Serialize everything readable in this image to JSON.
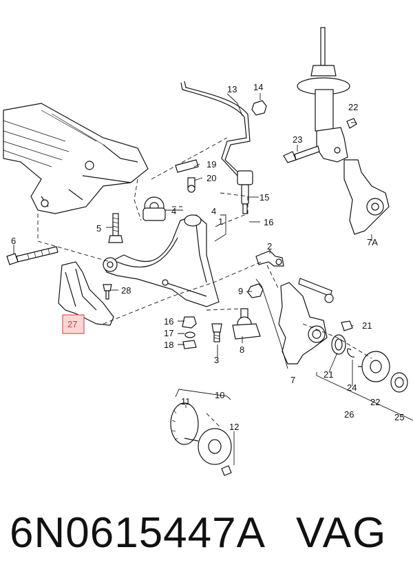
{
  "callouts": {
    "c1": "1",
    "c2": "2",
    "c3": "3",
    "c4a": "4",
    "c4b": "4",
    "c5": "5",
    "c6": "6",
    "c7": "7",
    "c7a": "7A",
    "c8": "8",
    "c9": "9",
    "c10": "10",
    "c11": "11",
    "c12": "12",
    "c13": "13",
    "c14": "14",
    "c15": "15",
    "c16a": "16",
    "c16b": "16",
    "c17": "17",
    "c18": "18",
    "c19": "19",
    "c20": "20",
    "c21a": "21",
    "c21b": "21",
    "c22a": "22",
    "c22b": "22",
    "c23": "23",
    "c24": "24",
    "c25": "25",
    "c26": "26",
    "c27": "27",
    "c28": "28"
  },
  "highlight": {
    "color": "#d23a3a",
    "fill": "#ffd6d6"
  },
  "footer": {
    "part_number": "6N0615447A",
    "brand": "VAG"
  }
}
